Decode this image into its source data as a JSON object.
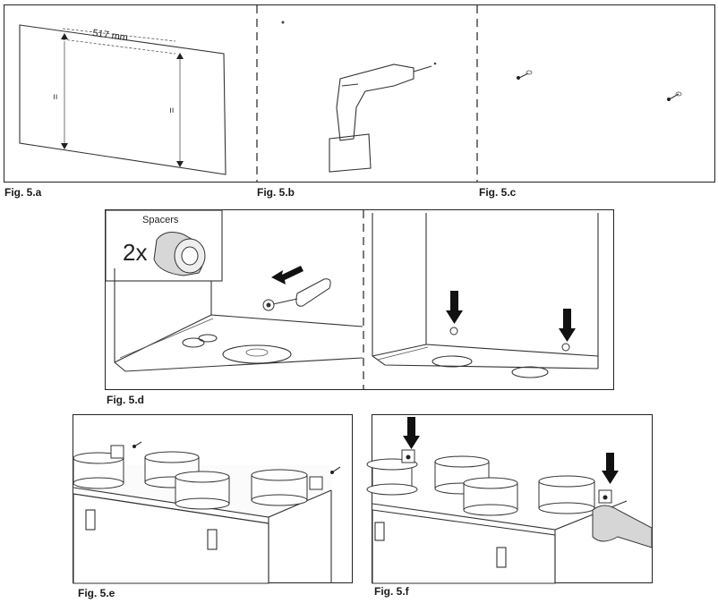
{
  "figures": {
    "a": {
      "label": "Fig. 5.a",
      "dimension": "517 mm",
      "tick_marks": [
        "=",
        "="
      ]
    },
    "b": {
      "label": "Fig. 5.b"
    },
    "c": {
      "label": "Fig. 5.c"
    },
    "d": {
      "label": "Fig. 5.d",
      "inset_title": "Spacers",
      "inset_count": "2x"
    },
    "e": {
      "label": "Fig. 5.e"
    },
    "f": {
      "label": "Fig. 5.f"
    }
  }
}
